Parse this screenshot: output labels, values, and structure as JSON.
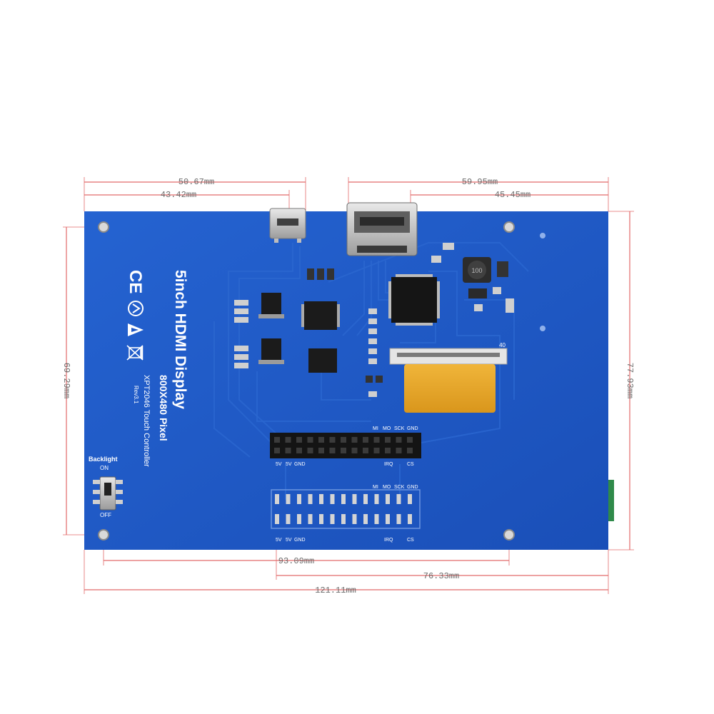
{
  "board": {
    "title": "5inch HDMI Display",
    "resolution": "800X480 Pixel",
    "controller": "XPT2046 Touch Controller",
    "revision": "Rev3.1",
    "backlight_label": "Backlight",
    "backlight_on": "ON",
    "backlight_off": "OFF",
    "fpc_pin": "40",
    "header_top_labels": [
      "MI",
      "MO",
      "SCK",
      "GND"
    ],
    "header_bottom_left_labels": [
      "5V",
      "5V",
      "GND"
    ],
    "header_bottom_right_labels": [
      "IRQ",
      "CS"
    ],
    "colors": {
      "pcb": "#1f57c4",
      "pcb_dark": "#15439a",
      "fpc": "#e1a52a",
      "dim_line": "#e26a6a"
    }
  },
  "dimensions": {
    "top_outer": "50.67mm",
    "top_inner": "43.42mm",
    "top_right_outer": "59.95mm",
    "top_right_inner": "45.45mm",
    "left_height": "69.29mm",
    "right_height": "77.93mm",
    "bottom_holes": "93.09mm",
    "bottom_partial": "76.33mm",
    "bottom_total": "121.11mm"
  },
  "icons": [
    "ce-mark-icon",
    "rcm-mark-icon",
    "esd-warning-icon",
    "weee-bin-icon",
    "mounting-hole-icon"
  ]
}
